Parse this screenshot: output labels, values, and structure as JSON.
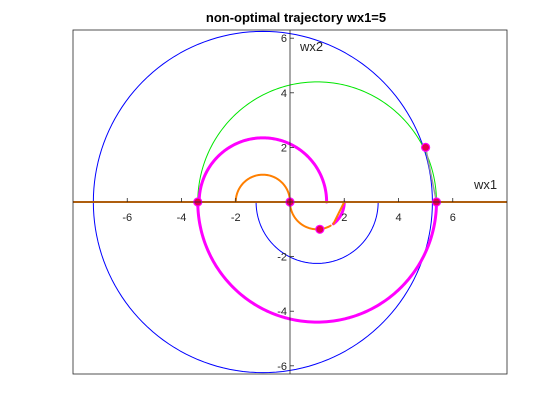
{
  "chart_data": {
    "type": "line",
    "title": "non-optimal trajectory wx1=5",
    "xlabel": "wx1",
    "ylabel": "wx2",
    "xlim": [
      -8,
      8
    ],
    "ylim": [
      -6.3,
      6.3
    ],
    "xticks": [
      -6,
      -4,
      -2,
      2,
      4,
      6
    ],
    "yticks": [
      -6,
      -4,
      -2,
      2,
      4,
      6
    ],
    "grid": false,
    "legend": "none",
    "axes_location": "origin",
    "colors": {
      "blue": "#0000ff",
      "green": "#00e600",
      "magenta": "#ff00ff",
      "orange": "#ff7f00",
      "marker": "#e6004d",
      "gray": "#9b9b9b",
      "axes_box": "#262626"
    },
    "series": [
      {
        "kind": "circle",
        "center": [
          -1,
          0
        ],
        "radius": 6.25,
        "color": "blue",
        "width": 1
      },
      {
        "kind": "arc",
        "center": [
          1,
          0
        ],
        "radius": 2.25,
        "from_deg": 180,
        "to_deg": 360,
        "color": "blue",
        "width": 1
      },
      {
        "kind": "arc",
        "center": [
          1,
          0
        ],
        "radius": 4.4,
        "from_deg": 0,
        "to_deg": 180,
        "color": "green",
        "width": 1
      },
      {
        "kind": "arc",
        "center": [
          -1,
          0
        ],
        "radius": 2.35,
        "from_deg": 0,
        "to_deg": 180,
        "color": "magenta",
        "width": 3
      },
      {
        "kind": "arc",
        "center": [
          1,
          0
        ],
        "radius": 4.4,
        "from_deg": 180,
        "to_deg": 360,
        "color": "magenta",
        "width": 3
      },
      {
        "kind": "arc",
        "center": [
          1,
          0
        ],
        "radius": 1.0,
        "from_deg": 307,
        "to_deg": 360,
        "color": "magenta",
        "width": 3
      },
      {
        "kind": "arc",
        "center": [
          -1,
          0
        ],
        "radius": 1.0,
        "from_deg": 0,
        "to_deg": 180,
        "color": "orange",
        "width": 2
      },
      {
        "kind": "arc",
        "center": [
          1,
          0
        ],
        "radius": 1.0,
        "from_deg": 180,
        "to_deg": 300,
        "color": "orange",
        "width": 2
      },
      {
        "kind": "segment",
        "points": [
          [
            2,
            0
          ],
          [
            1.6,
            -0.8
          ]
        ],
        "color": "orange",
        "width": 2
      },
      {
        "kind": "segment",
        "points": [
          [
            -8,
            0
          ],
          [
            8,
            0
          ]
        ],
        "color": "orange",
        "width": 2
      },
      {
        "kind": "segment",
        "points": [
          [
            5,
            2
          ],
          [
            5.4,
            0
          ]
        ],
        "color": "gray",
        "width": 1.5
      }
    ],
    "markers": [
      [
        0,
        0
      ],
      [
        -3.4,
        0
      ],
      [
        5.4,
        0
      ],
      [
        5,
        2
      ],
      [
        1.1,
        -1
      ]
    ]
  }
}
